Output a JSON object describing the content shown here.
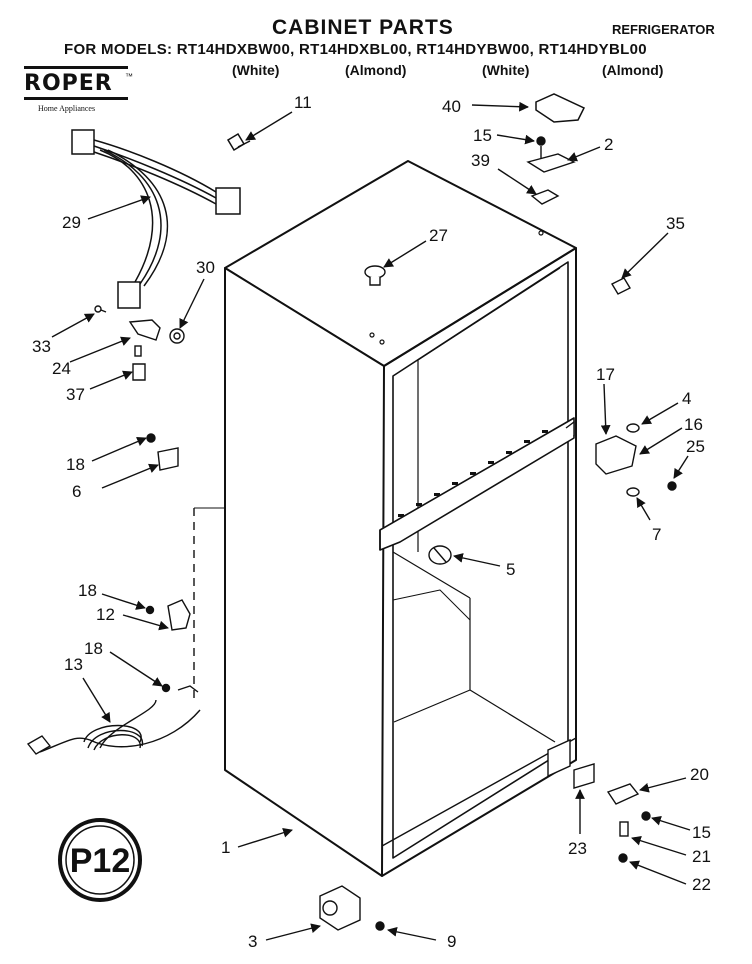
{
  "header": {
    "title": "CABINET PARTS",
    "category": "REFRIGERATOR",
    "models_line": "FOR MODELS: RT14HDXBW00, RT14HDXBL00, RT14HDYBW00, RT14HDYBL00",
    "colors": [
      "(White)",
      "(Almond)",
      "(White)",
      "(Almond)"
    ]
  },
  "brand": {
    "name": "ROPER",
    "tm": "™",
    "tagline": "Home Appliances"
  },
  "seal": {
    "text": "P12"
  },
  "callouts": [
    "11",
    "40",
    "15",
    "2",
    "39",
    "29",
    "27",
    "35",
    "30",
    "33",
    "24",
    "37",
    "17",
    "4",
    "16",
    "25",
    "18",
    "6",
    "7",
    "5",
    "18",
    "12",
    "18",
    "13",
    "20",
    "1",
    "15",
    "23",
    "21",
    "22",
    "3",
    "9"
  ],
  "colors": {
    "ink": "#111111",
    "background": "#ffffff"
  }
}
